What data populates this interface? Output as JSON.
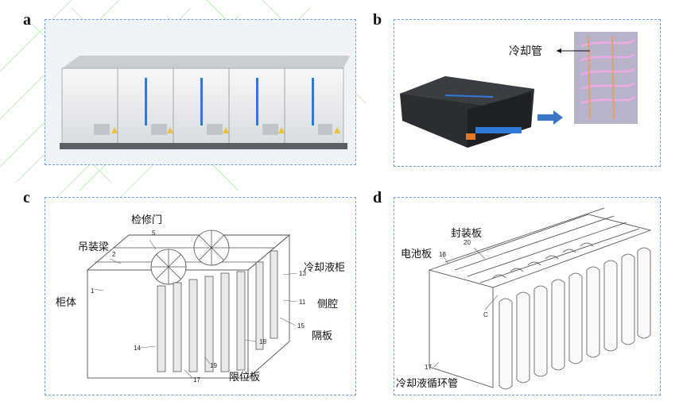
{
  "panels": {
    "a": {
      "letter": "a"
    },
    "b": {
      "letter": "b",
      "cooling_pipe": "冷却管"
    },
    "c": {
      "letter": "c",
      "labels": {
        "hatch": "检修门",
        "lifting_beam": "吊装梁",
        "cabinet": "柜体",
        "coolant_cabinet": "冷却液柜",
        "side_cavity": "侧腔",
        "partition": "隔板",
        "limit_plate": "限位板"
      },
      "numbers": {
        "n5": "5",
        "n2": "2",
        "n1": "1",
        "n13": "13",
        "n11": "11",
        "n15": "15",
        "n14": "14",
        "n18": "18",
        "n19": "19",
        "n17": "17"
      }
    },
    "d": {
      "letter": "d",
      "labels": {
        "seal_plate": "封装板",
        "battery_plate": "电池板",
        "coolant_pipe": "冷却液循环管"
      },
      "numbers": {
        "n20": "20",
        "n18": "18",
        "nC": "C",
        "n17": "17"
      }
    }
  },
  "colors": {
    "dashed_border": "#6a9fd8",
    "watermark": "#c9efc4",
    "accent_blue": "#2f7ad6"
  }
}
